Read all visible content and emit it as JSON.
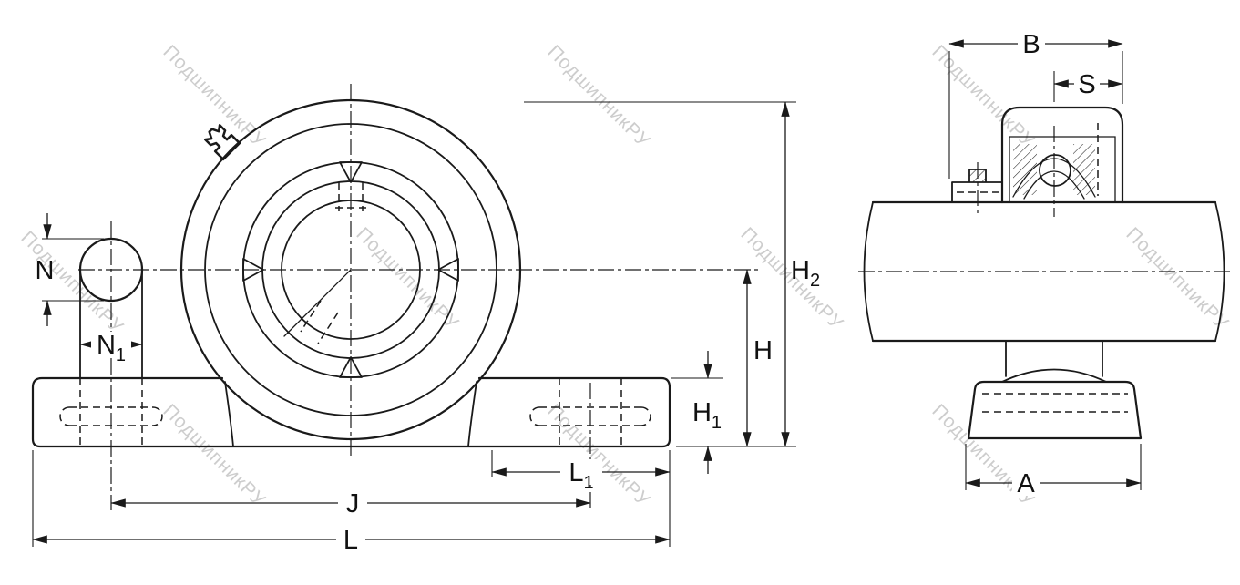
{
  "watermark": {
    "text": "ПодшипникРУ",
    "color": "#c8c8c8"
  },
  "drawing": {
    "line_color": "#1a1a1a",
    "front_view": {
      "labels": {
        "N": {
          "base": "N"
        },
        "N1": {
          "base": "N",
          "sub": "1"
        },
        "H": {
          "base": "H"
        },
        "H1": {
          "base": "H",
          "sub": "1"
        },
        "H2": {
          "base": "H",
          "sub": "2"
        },
        "J": {
          "base": "J"
        },
        "L": {
          "base": "L"
        },
        "L1": {
          "base": "L",
          "sub": "1"
        }
      }
    },
    "side_view": {
      "labels": {
        "B": {
          "base": "B"
        },
        "S": {
          "base": "S"
        },
        "A": {
          "base": "A"
        }
      }
    }
  }
}
